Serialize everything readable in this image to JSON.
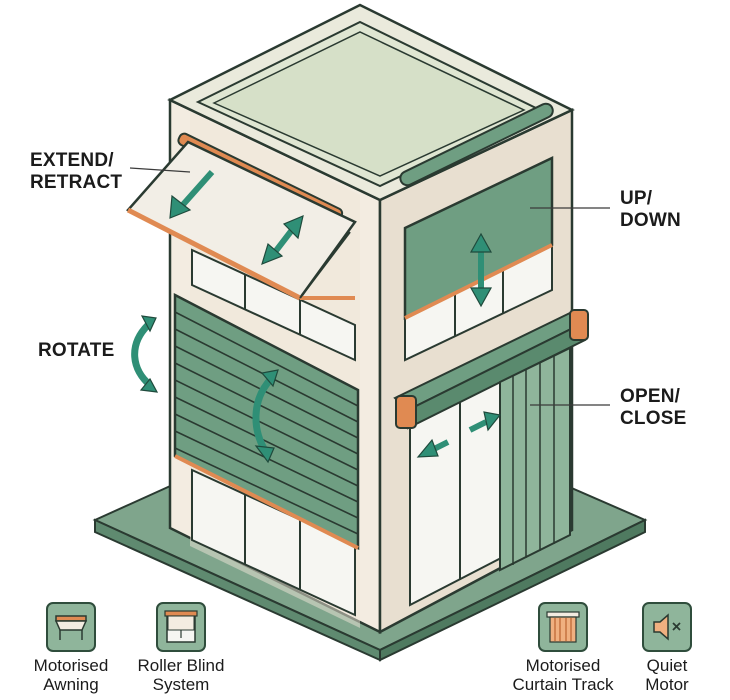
{
  "callouts": {
    "extend_retract": {
      "line1": "EXTEND/",
      "line2": "RETRACT"
    },
    "rotate": {
      "line1": "ROTATE"
    },
    "up_down": {
      "line1": "UP/",
      "line2": "DOWN"
    },
    "open_close": {
      "line1": "OPEN/",
      "line2": "CLOSE"
    }
  },
  "legend": [
    {
      "icon": "awning-icon",
      "line1": "Motorised",
      "line2": "Awning"
    },
    {
      "icon": "roller-blind-icon",
      "line1": "Roller Blind",
      "line2": "System"
    },
    {
      "icon": "curtain-track-icon",
      "line1": "Motorised",
      "line2": "Curtain Track"
    },
    {
      "icon": "speaker-mute-icon",
      "line1": "Quiet",
      "line2": "Motor"
    }
  ],
  "colors": {
    "ground": "#7fa58c",
    "wall": "#f3ece1",
    "roof": "#e4e8d8",
    "green": "#6f9e82",
    "dark_green": "#3f6b53",
    "orange": "#e08a52",
    "glass": "#f6f6f2",
    "arrow": "#2f8f76",
    "outline": "#2a3a31"
  }
}
